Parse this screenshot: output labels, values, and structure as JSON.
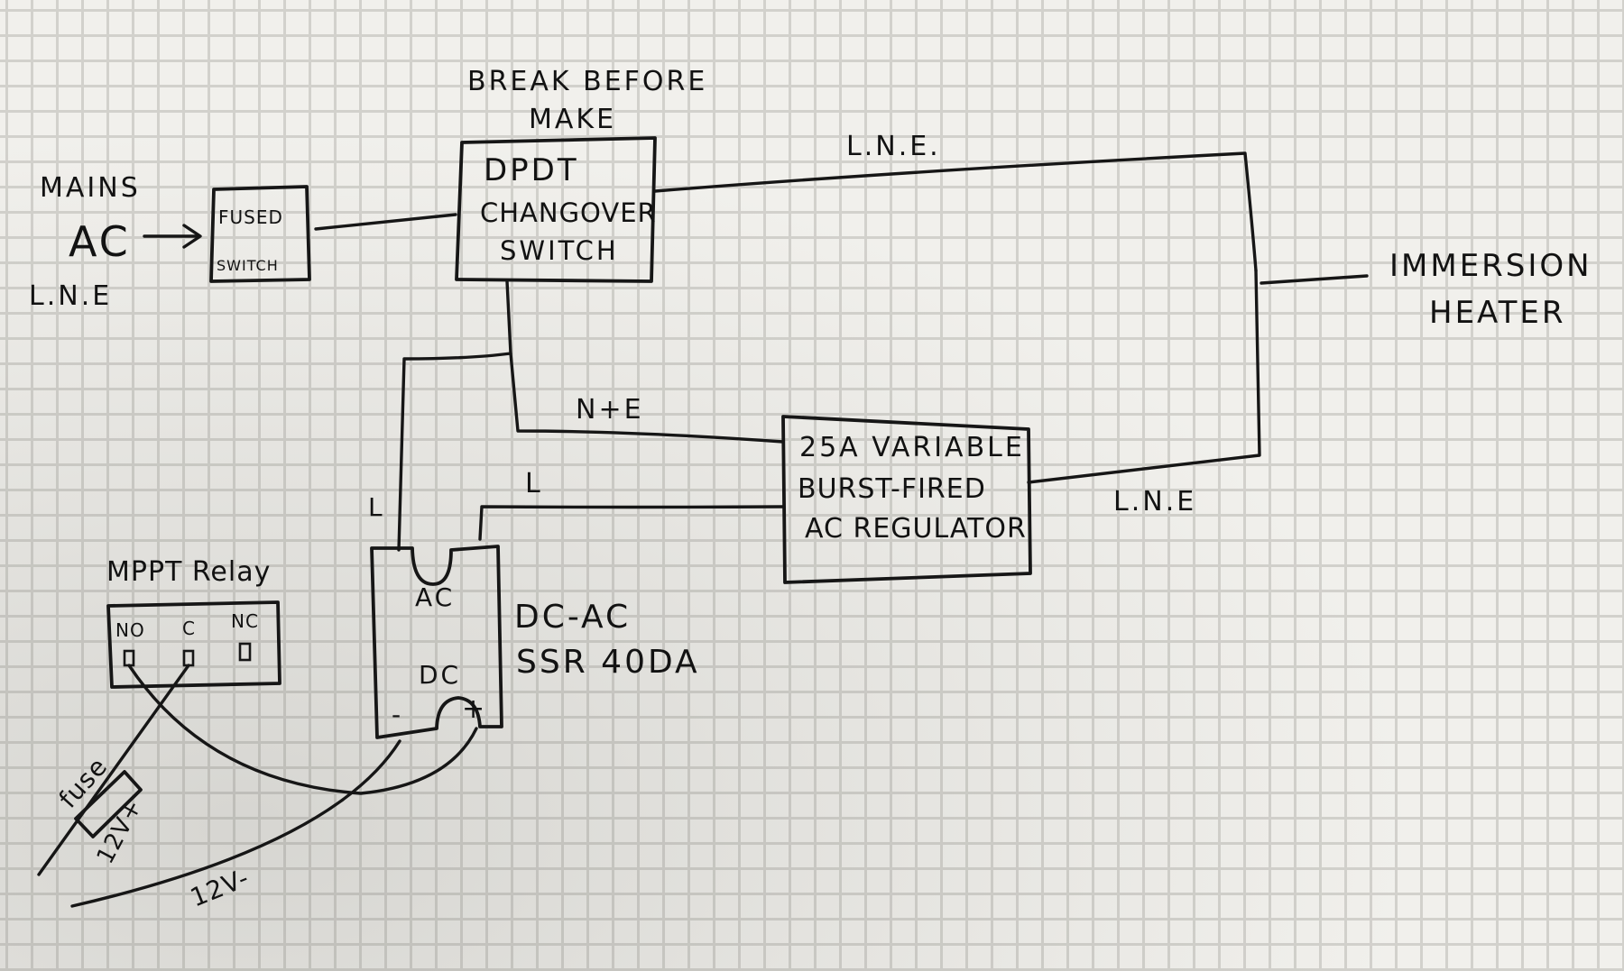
{
  "mains": {
    "line1": "MAINS",
    "line2": "AC",
    "line3": "L.N.E"
  },
  "fused_switch": {
    "line1": "FUSED",
    "line2": "SWITCH"
  },
  "changeover": {
    "note_line1": "BREAK BEFORE",
    "note_line2": "MAKE",
    "line1": "DPDT",
    "line2": "CHANGOVER",
    "line3": "SWITCH"
  },
  "wire_labels": {
    "top_line": "L.N.E.",
    "neutral_earth": "N+E",
    "live_left": "L",
    "live_ssr": "L",
    "regulator_out": "L.N.E"
  },
  "heater": {
    "line1": "IMMERSION",
    "line2": "HEATER"
  },
  "regulator": {
    "line1": "25A VARIABLE",
    "line2": "BURST-FIRED",
    "line3": "AC REGULATOR"
  },
  "ssr": {
    "ac_label": "AC",
    "dc_label": "DC",
    "minus_label": "-",
    "plus_label": "+",
    "name_line1": "DC-AC",
    "name_line2": "SSR 40DA"
  },
  "relay": {
    "title": "MPPT Relay",
    "no": "NO",
    "c": "C",
    "nc": "NC"
  },
  "power": {
    "fuse_label": "fuse",
    "pos_label": "12V+",
    "neg_label": "12V-"
  }
}
